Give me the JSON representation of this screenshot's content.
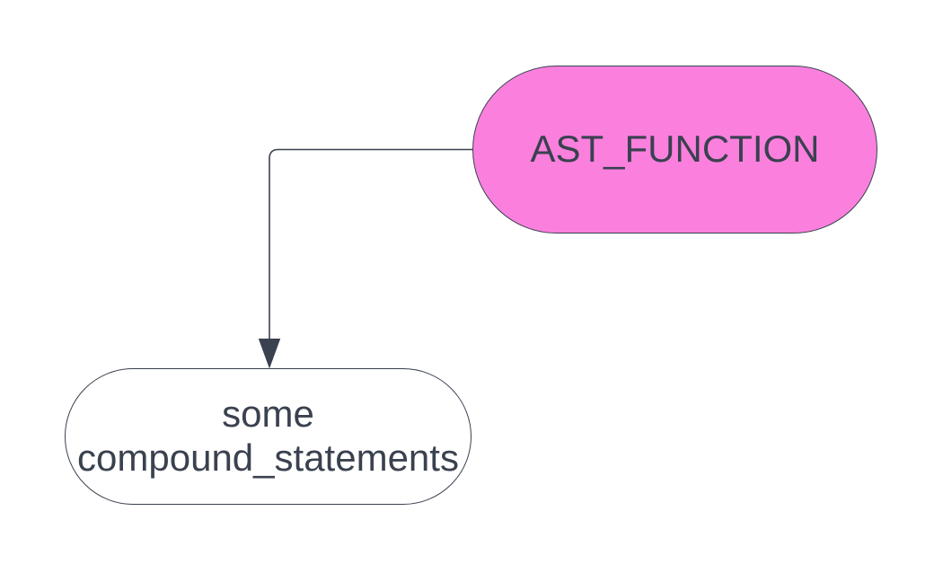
{
  "background": "#FFFFFF",
  "nodes": [
    {
      "id": "ast-function",
      "label": "AST_FUNCTION",
      "shape": "pill",
      "fill": "#FB80DE",
      "stroke": "#3A414F",
      "text_color": "#3A414F"
    },
    {
      "id": "some-compound-statements",
      "label": "some compound_statements",
      "shape": "pill",
      "fill": "#FFFFFF",
      "stroke": "#3A414F",
      "text_color": "#3A414F"
    }
  ],
  "edges": [
    {
      "from": "ast-function",
      "to": "some-compound-statements",
      "style": "orthogonal-rounded",
      "arrowhead": "filled-triangle-down",
      "color": "#3A414F"
    }
  ]
}
